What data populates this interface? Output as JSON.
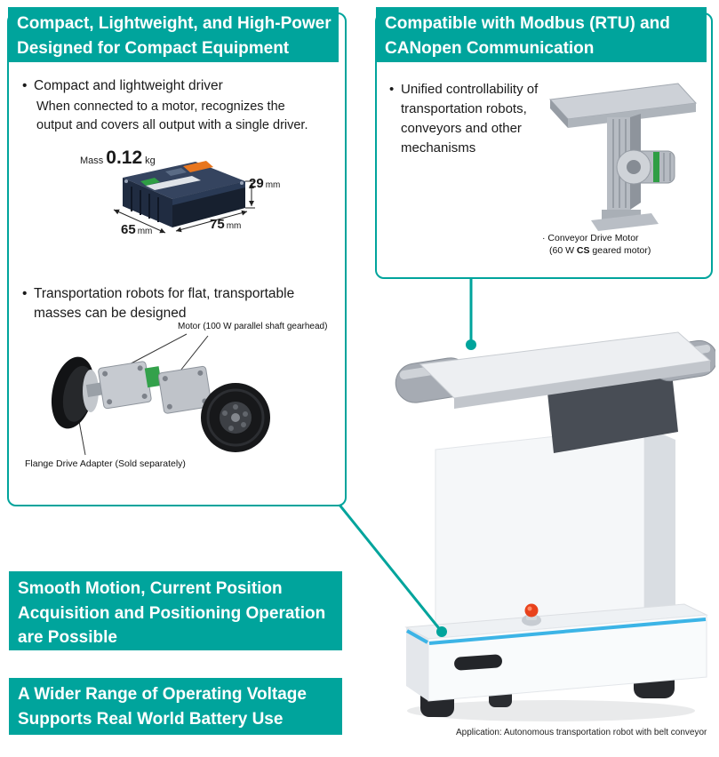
{
  "colors": {
    "teal": "#00a49c",
    "stripe_blue": "#3cb4e6",
    "estop_red": "#e8421c"
  },
  "left_box": {
    "banner_lines": [
      "Compact, Lightweight, and High-Power",
      "Designed for Compact Equipment"
    ],
    "bullet1": "Compact and lightweight driver",
    "bullet1_body": "When connected to a motor, recognizes the output and covers all output with a single driver.",
    "driver_figure": {
      "mass_label": "Mass",
      "mass_value": "0.12",
      "mass_unit": "kg",
      "height_value": "29",
      "height_unit": "mm",
      "depth_value": "75",
      "depth_unit": "mm",
      "width_value": "65",
      "width_unit": "mm"
    },
    "bullet2": "Transportation robots for flat, transportable masses can be designed",
    "robot_figure": {
      "motor_label": "Motor (100 W parallel shaft gearhead)",
      "adapter_label": "Flange Drive Adapter (Sold separately)"
    }
  },
  "right_box": {
    "banner_lines": [
      "Compatible with Modbus (RTU) and",
      "CANopen Communication"
    ],
    "bullet": "Unified controllability of transportation robots, conveyors and other mechanisms",
    "motor_caption": {
      "line1": "· Conveyor Drive Motor",
      "line2_pre": "(60 W ",
      "line2_bold": "CS",
      "line2_post": " geared motor)"
    }
  },
  "smooth_banner_lines": [
    "Smooth Motion, Current Position",
    "Acquisition and Positioning Operation",
    "are Possible"
  ],
  "voltage_banner_lines": [
    "A Wider Range of Operating Voltage",
    "Supports Real World Battery Use"
  ],
  "application_caption": "Application: Autonomous transportation robot with belt conveyor"
}
